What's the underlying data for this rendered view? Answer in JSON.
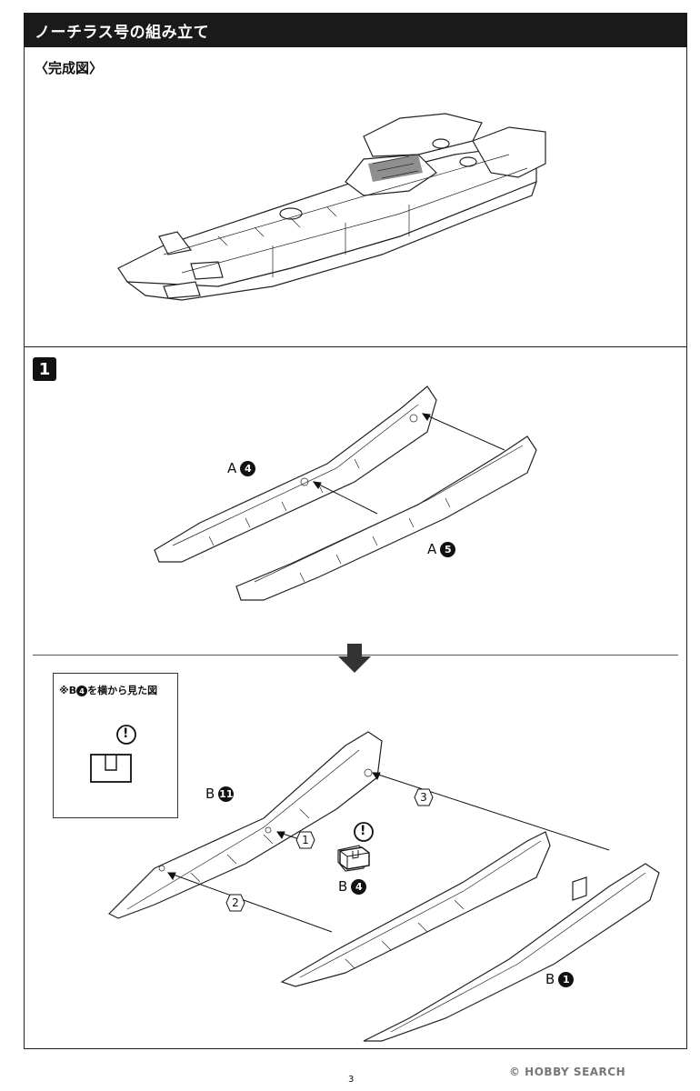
{
  "header": {
    "title": "ノーチラス号の組み立て"
  },
  "completed_section": {
    "label": "〈完成図〉"
  },
  "step": {
    "number": "1",
    "part_a4": {
      "letter": "A",
      "num": "4"
    },
    "part_a5": {
      "letter": "A",
      "num": "5"
    }
  },
  "callout": {
    "title_prefix": "※B",
    "title_num": "4",
    "title_suffix": "を横から見た図",
    "warning": "!"
  },
  "substep": {
    "part_b11": {
      "letter": "B",
      "num": "11"
    },
    "part_b4": {
      "letter": "B",
      "num": "4"
    },
    "part_b1": {
      "letter": "B",
      "num": "1"
    },
    "order_1": "1",
    "order_2": "2",
    "order_3": "3",
    "warning": "!"
  },
  "footer": {
    "page": "3",
    "watermark": "© HOBBY SEARCH"
  }
}
